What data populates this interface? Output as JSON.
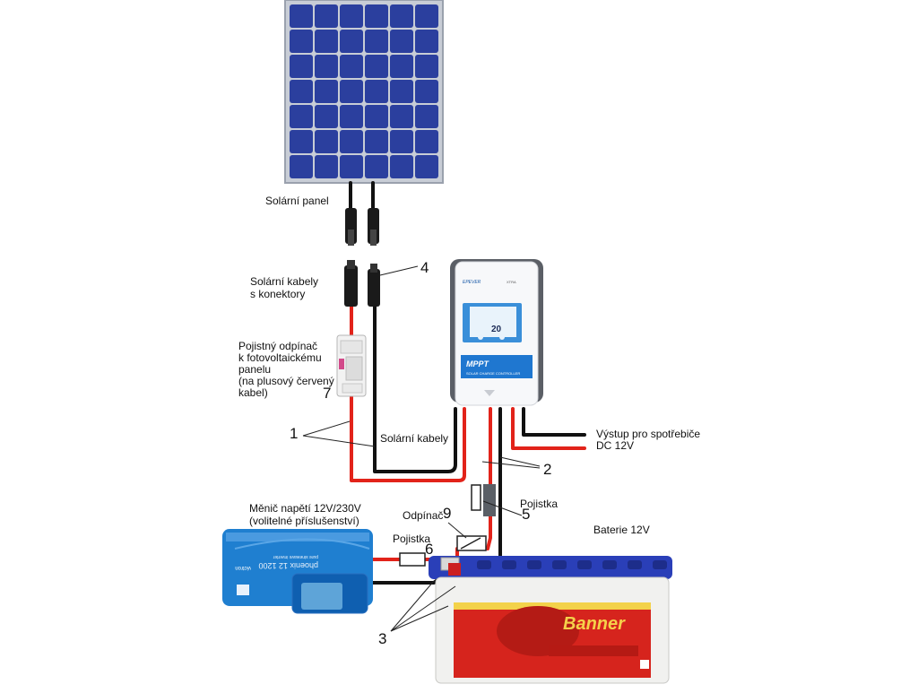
{
  "labels": {
    "solar_panel": "Solární panel",
    "solar_cables_connectors_1": "Solární kabely",
    "solar_cables_connectors_2": "s konektory",
    "pv_fuse_1": "Pojistný odpínač",
    "pv_fuse_2": "k fotovoltaickému",
    "pv_fuse_3": "panelu",
    "pv_fuse_4": "(na plusový červený",
    "pv_fuse_5": "kabel)",
    "solar_cables": "Solární kabely",
    "output_1": "Výstup pro spotřebiče",
    "output_2": "DC 12V",
    "fuse_5": "Pojistka",
    "disconnector": "Odpínač",
    "fuse_6": "Pojistka",
    "inverter_1": "Měnič napětí 12V/230V",
    "inverter_2": "(volitelné příslušenství)",
    "battery": "Baterie 12V"
  },
  "numbers": {
    "n1": "1",
    "n2": "2",
    "n3": "3",
    "n4": "4",
    "n5": "5",
    "n6": "6",
    "n7": "7",
    "n9": "9"
  },
  "device_text": {
    "controller_brand": "EPEVER",
    "controller_model": "XTRA",
    "controller_mppt": "MPPT",
    "controller_sub": "SOLAR CHARGE CONTROLLER",
    "lcd_value": "20",
    "inverter_name": "phoenix 12 1200",
    "inverter_sub": "pure sinewave inverter",
    "inverter_brand": "victron",
    "battery_brand": "Banner"
  },
  "colors": {
    "wire_red": "#e2231a",
    "wire_black": "#111111",
    "panel_cell": "#2b3f9e",
    "controller_screen": "#3a8fd9",
    "inverter_blue": "#1f7fd0",
    "battery_label_red": "#d6241d"
  }
}
